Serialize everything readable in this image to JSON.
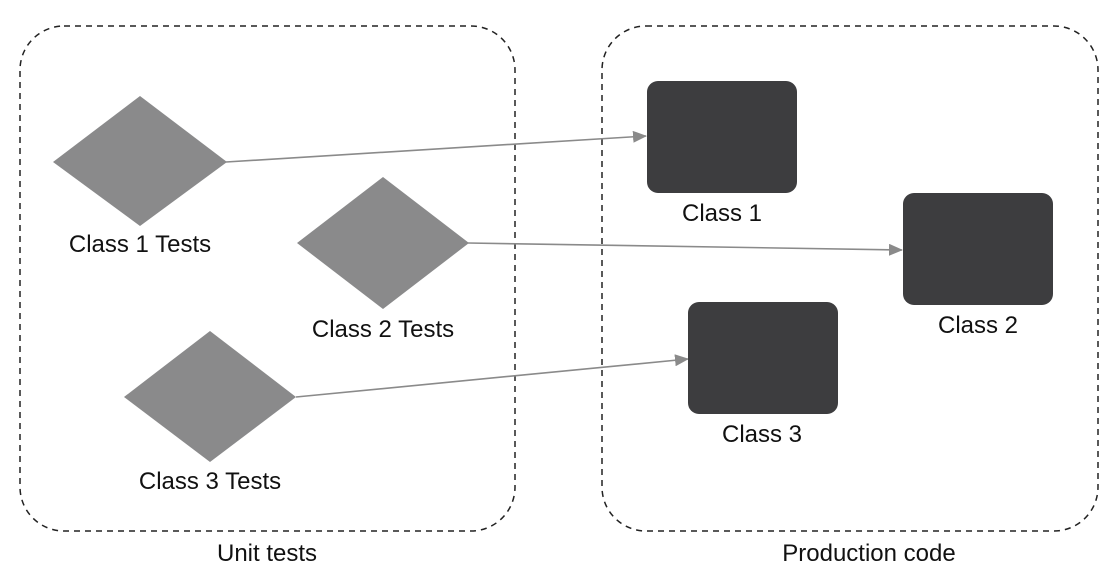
{
  "colors": {
    "test_fill": "#8a8a8b",
    "class_fill": "#3d3d3f",
    "arrow": "#8a8a8a",
    "group_border": "#222222",
    "text": "#111111"
  },
  "groups": {
    "unit_tests": {
      "label": "Unit tests"
    },
    "production_code": {
      "label": "Production code"
    }
  },
  "tests": [
    {
      "label": "Class 1 Tests",
      "targets": "Class 1"
    },
    {
      "label": "Class 2 Tests",
      "targets": "Class 2"
    },
    {
      "label": "Class 3 Tests",
      "targets": "Class 3"
    }
  ],
  "classes": [
    {
      "label": "Class 1"
    },
    {
      "label": "Class 2"
    },
    {
      "label": "Class 3"
    }
  ]
}
